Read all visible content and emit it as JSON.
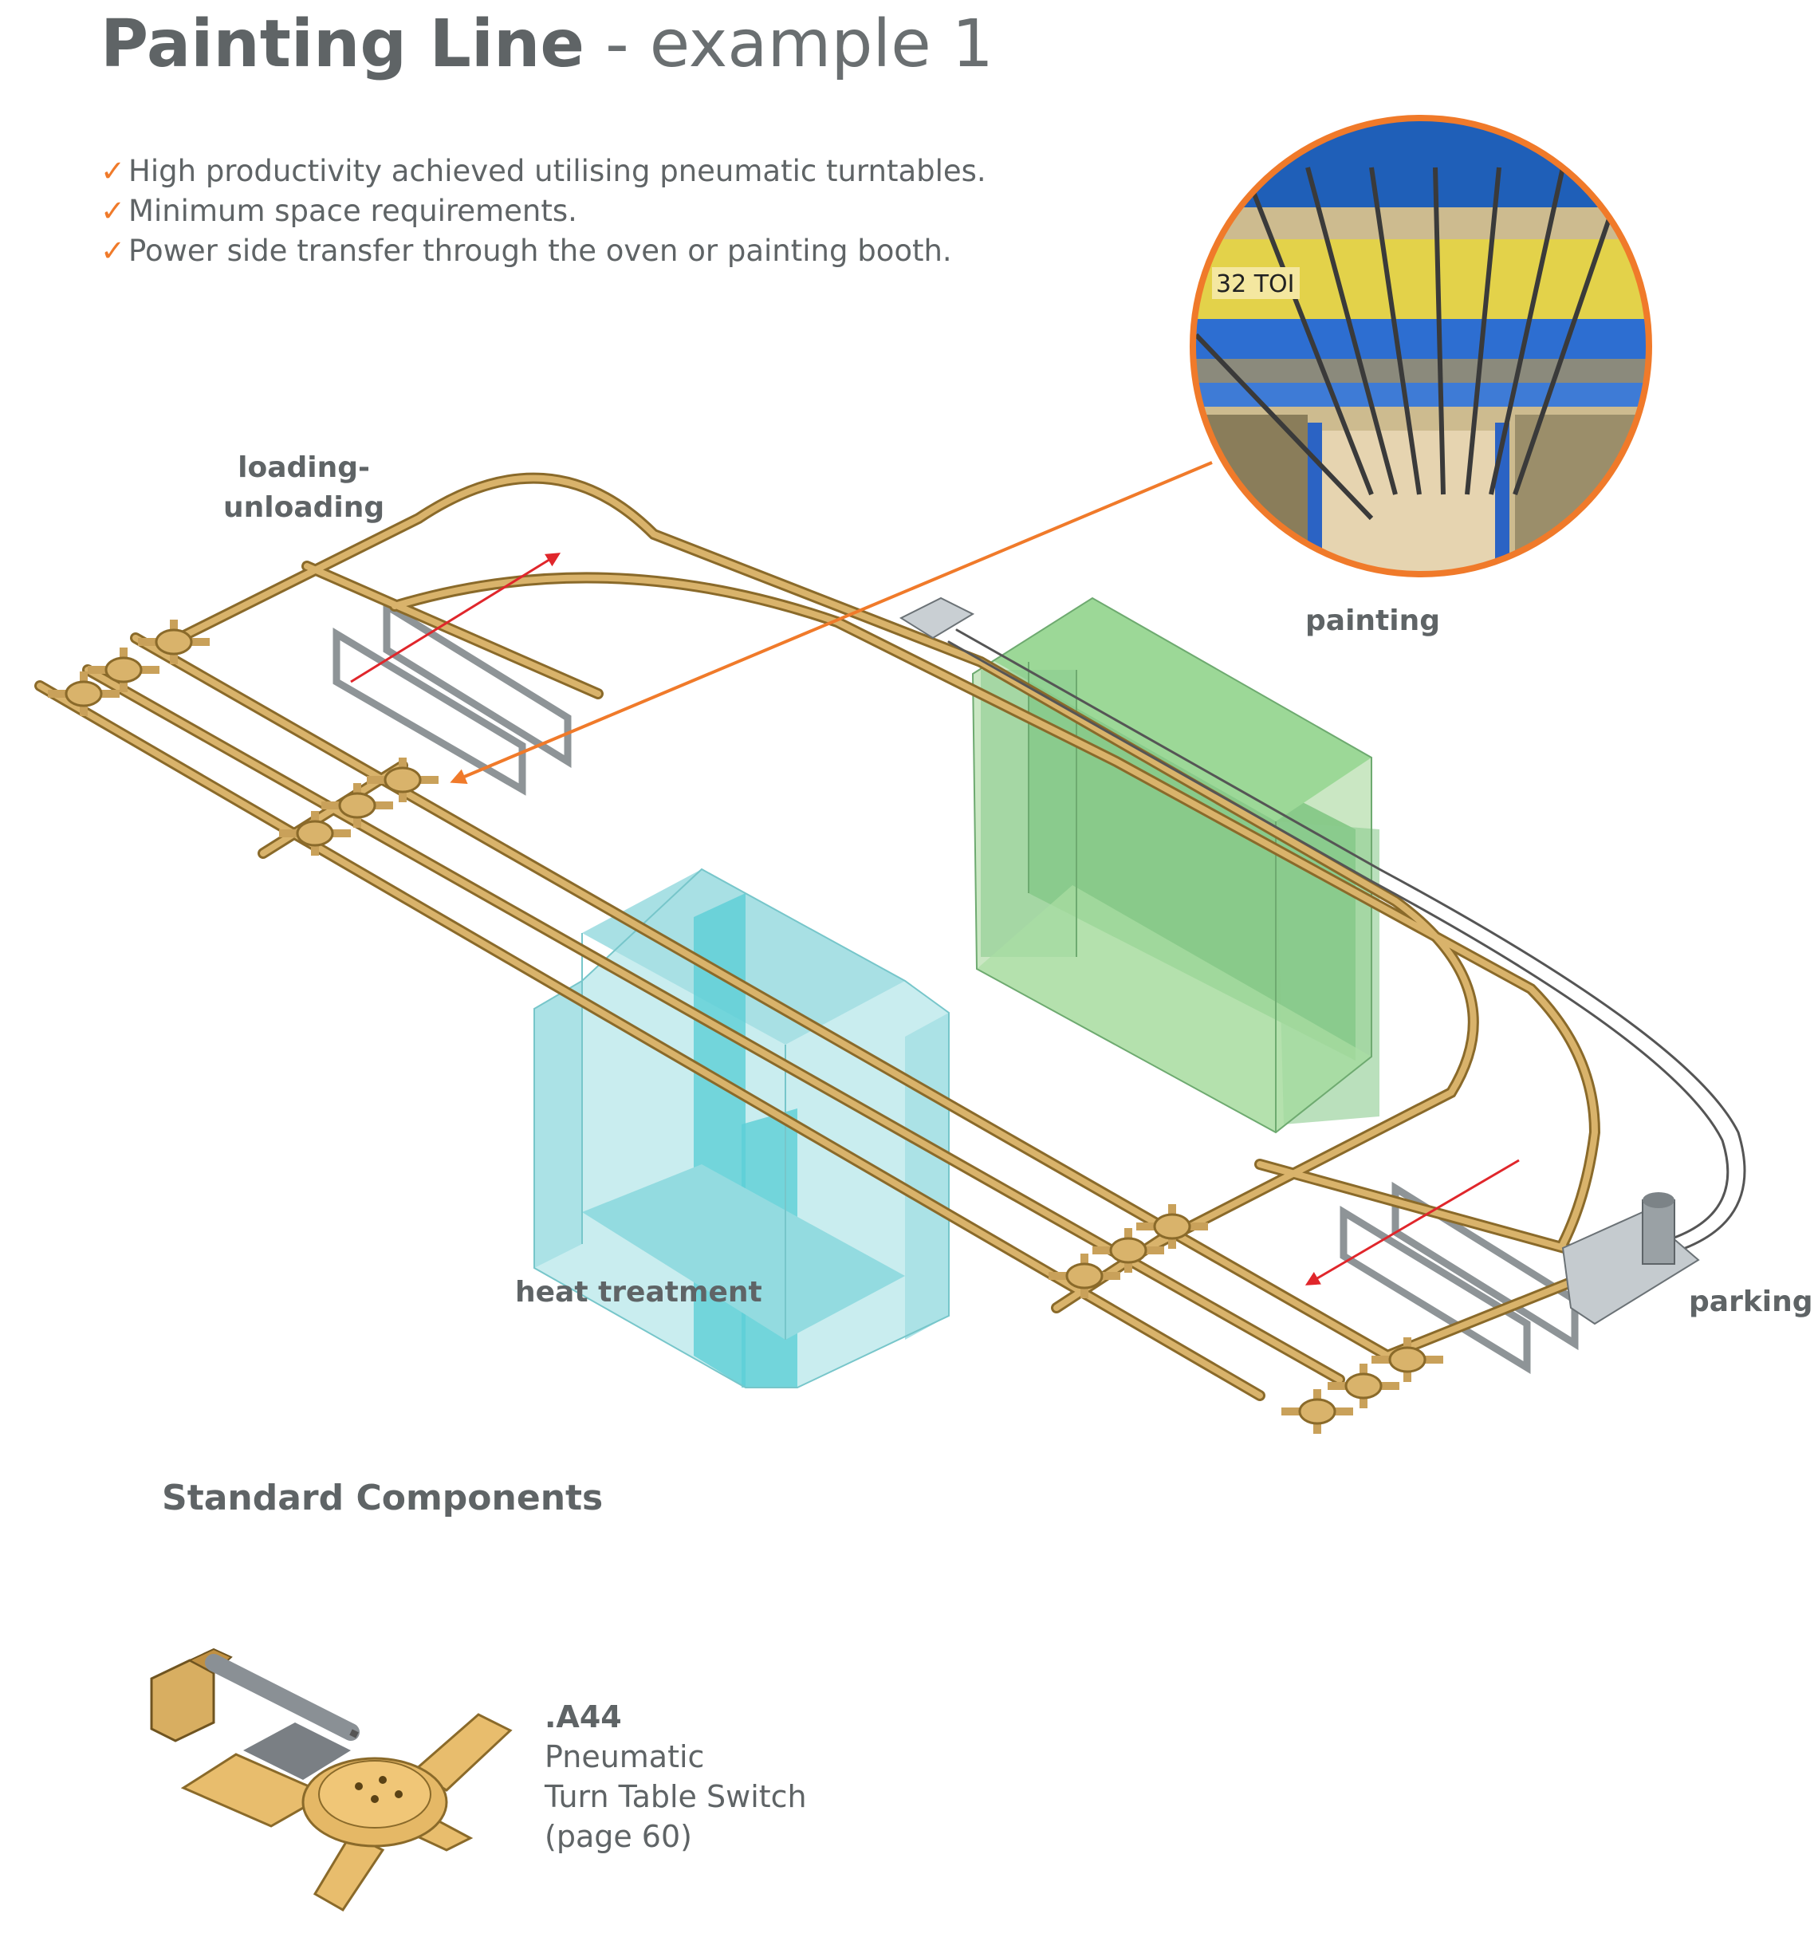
{
  "title": {
    "bold": "Painting Line",
    "light": " - example 1"
  },
  "bullets": [
    "High productivity achieved utilising pneumatic turntables.",
    "Minimum space requirements.",
    "Power side transfer through the oven or painting booth."
  ],
  "check_mark": "✓",
  "labels": {
    "loading_line1": "loading-",
    "loading_line2": "unloading",
    "painting": "painting",
    "heat_treatment": "heat treatment",
    "parking": "parking"
  },
  "photo_text": "32 TOI",
  "section_title": "Standard Components",
  "component": {
    "code": ".A44",
    "line1": "Pneumatic",
    "line2": "Turn Table  Switch",
    "line3": "(page 60)"
  },
  "colors": {
    "rail": "#c9a15a",
    "accent": "#f07a2a",
    "arrow": "#e0262b",
    "painting_booth": "#4caf50",
    "heat_oven": "#5fc9cf"
  }
}
